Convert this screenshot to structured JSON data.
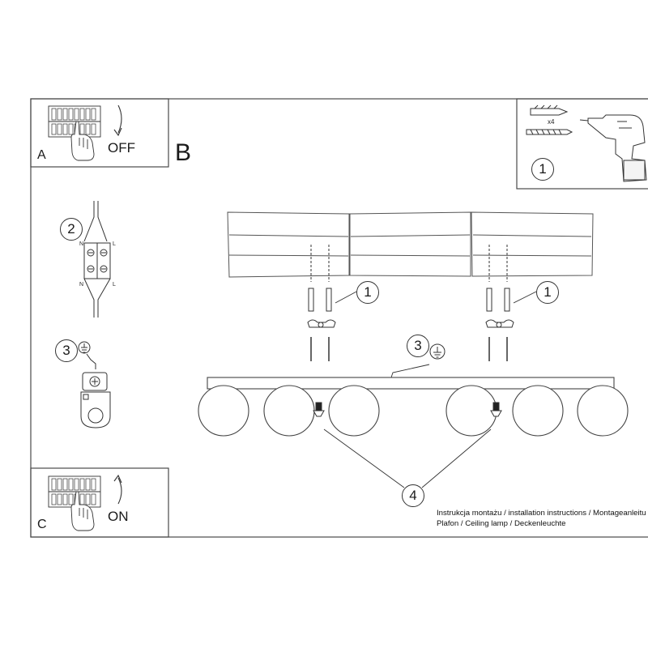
{
  "panels": {
    "a": {
      "letter": "A",
      "action": "OFF"
    },
    "b": {
      "letter": "B"
    },
    "c": {
      "letter": "C",
      "action": "ON"
    }
  },
  "wiring": {
    "label_n": "N",
    "label_l": "L"
  },
  "tools": {
    "quantity": "x4"
  },
  "callouts": {
    "tools": "1",
    "wiring": "2",
    "ground_left": "3",
    "fixings_left": "1",
    "fixings_right": "1",
    "ground_center": "3",
    "shades": "4"
  },
  "footer": {
    "line1": "Instrukcja montażu / installation instructions / Montageanleitu",
    "line2": "Plafon / Ceiling lamp / Deckenleuchte"
  }
}
